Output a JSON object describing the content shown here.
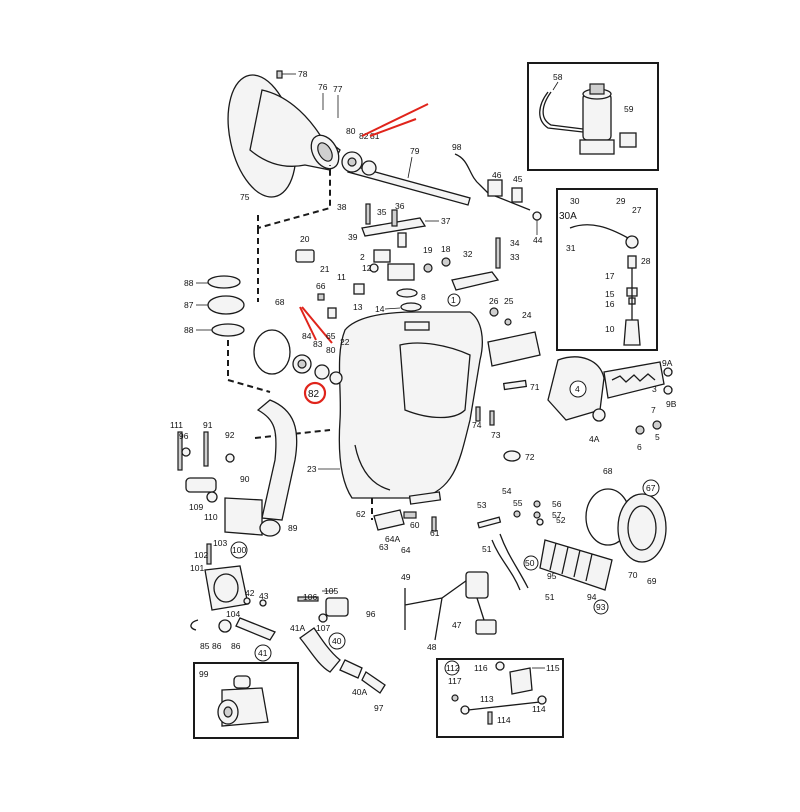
{
  "diagram": {
    "labels": {
      "l78": "78",
      "l76": "76",
      "l77": "77",
      "l75": "75",
      "l80": "80",
      "l82": "82",
      "l81": "81",
      "l98": "98",
      "l79": "79",
      "l46": "46",
      "l45": "45",
      "l44": "44",
      "l38": "38",
      "l35": "35",
      "l36": "36",
      "l37": "37",
      "l39": "39",
      "l20": "20",
      "l21": "21",
      "l2": "2",
      "l12": "12",
      "l19": "19",
      "l18": "18",
      "l34": "34",
      "l33": "33",
      "l32": "32",
      "l11": "11",
      "l13": "13",
      "l14": "14",
      "l8": "8",
      "l1": "1",
      "l26": "26",
      "l25": "25",
      "l24": "24",
      "l88a": "88",
      "l87": "87",
      "l88b": "88",
      "l68a": "68",
      "l66": "66",
      "l65": "65",
      "l84": "84",
      "l83": "83",
      "l80b": "80",
      "l22": "22",
      "l82b": "82",
      "l71": "71",
      "l111": "111",
      "l91": "91",
      "l96": "96",
      "l92": "92",
      "l90": "90",
      "l23": "23",
      "l74": "74",
      "l73": "73",
      "l72": "72",
      "l109": "109",
      "l110": "110",
      "l89": "89",
      "l62": "62",
      "l60": "60",
      "l64a": "64A",
      "l61": "61",
      "l63": "63",
      "l64": "64",
      "l53": "53",
      "l54": "54",
      "l55": "55",
      "l56": "56",
      "l57": "57",
      "l52": "52",
      "l51a": "51",
      "l50": "50",
      "l51b": "51",
      "l68b": "68",
      "l67": "67",
      "l95": "95",
      "l70": "70",
      "l69": "69",
      "l94": "94",
      "l93": "93",
      "l103": "103",
      "l100": "100",
      "l102": "102",
      "l101": "101",
      "l42": "42",
      "l43": "43",
      "l104": "104",
      "l85": "85",
      "l86a": "86",
      "l86b": "86",
      "l41": "41",
      "l105": "105",
      "l106": "106",
      "l96b": "96",
      "l107": "107",
      "l41a": "41A",
      "l40": "40",
      "l40a": "40A",
      "l97": "97",
      "l49": "49",
      "l48": "48",
      "l47": "47",
      "l58": "58",
      "l59": "59",
      "l30": "30",
      "l29": "29",
      "l30a": "30A",
      "l27": "27",
      "l31": "31",
      "l28": "28",
      "l17": "17",
      "l15": "15",
      "l16": "16",
      "l10": "10",
      "l4": "4",
      "l4a": "4A",
      "l9a": "9A",
      "l9b": "9B",
      "l7": "7",
      "l6": "6",
      "l5": "5",
      "l3": "3",
      "l99": "99",
      "l112": "112",
      "l116": "116",
      "l115": "115",
      "l117": "117",
      "l113": "113",
      "l114a": "114",
      "l114b": "114"
    },
    "highlight_color": "#e0241b",
    "line_color": "#1a1a1a"
  }
}
